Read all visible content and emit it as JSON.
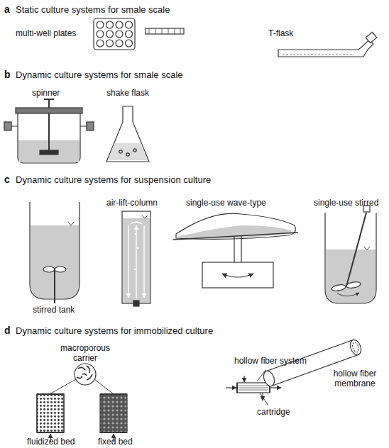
{
  "diagram": {
    "labels": [
      "a",
      "Static culture systems for smale scale",
      "multi-well plates",
      "T-flask",
      "b",
      "Dynamic culture systems for smale scale",
      "spinner",
      "shake flask",
      "c",
      "Dynamic culture systems for suspension culture",
      "stirred tank",
      "air-lift-column",
      "single-use wave-type",
      "single-use stirred",
      "d",
      "Dynamic culture systems for immobilized culture",
      "macroporous carrier",
      "hollow fiber system",
      "hollow fiber membrane",
      "cartridge",
      "fluidized bed",
      "fixed bed"
    ]
  }
}
